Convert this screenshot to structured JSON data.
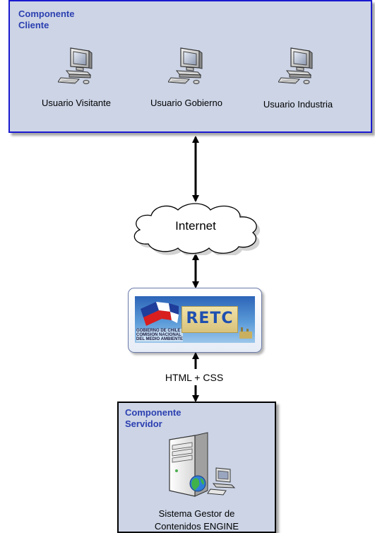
{
  "client": {
    "title": "Componente\nCliente",
    "users": [
      {
        "label": "Usuario Visitante"
      },
      {
        "label": "Usuario Gobierno"
      },
      {
        "label": "Usuario Industria"
      }
    ]
  },
  "network": {
    "cloud_label": "Internet",
    "connection_label": "HTML + CSS"
  },
  "banner": {
    "logo_text": "RETC",
    "gov_text": "GOBIERNO DE CHILE\nCOMISION NACIONAL\nDEL MEDIO AMBIENTE"
  },
  "server": {
    "title": "Componente\nServidor",
    "label": "Sistema Gestor de\nContenidos ENGINE"
  },
  "colors": {
    "panel_fill": "#ccd4e6",
    "client_border": "#1a1ad0",
    "title_color": "#2b3fb0"
  }
}
